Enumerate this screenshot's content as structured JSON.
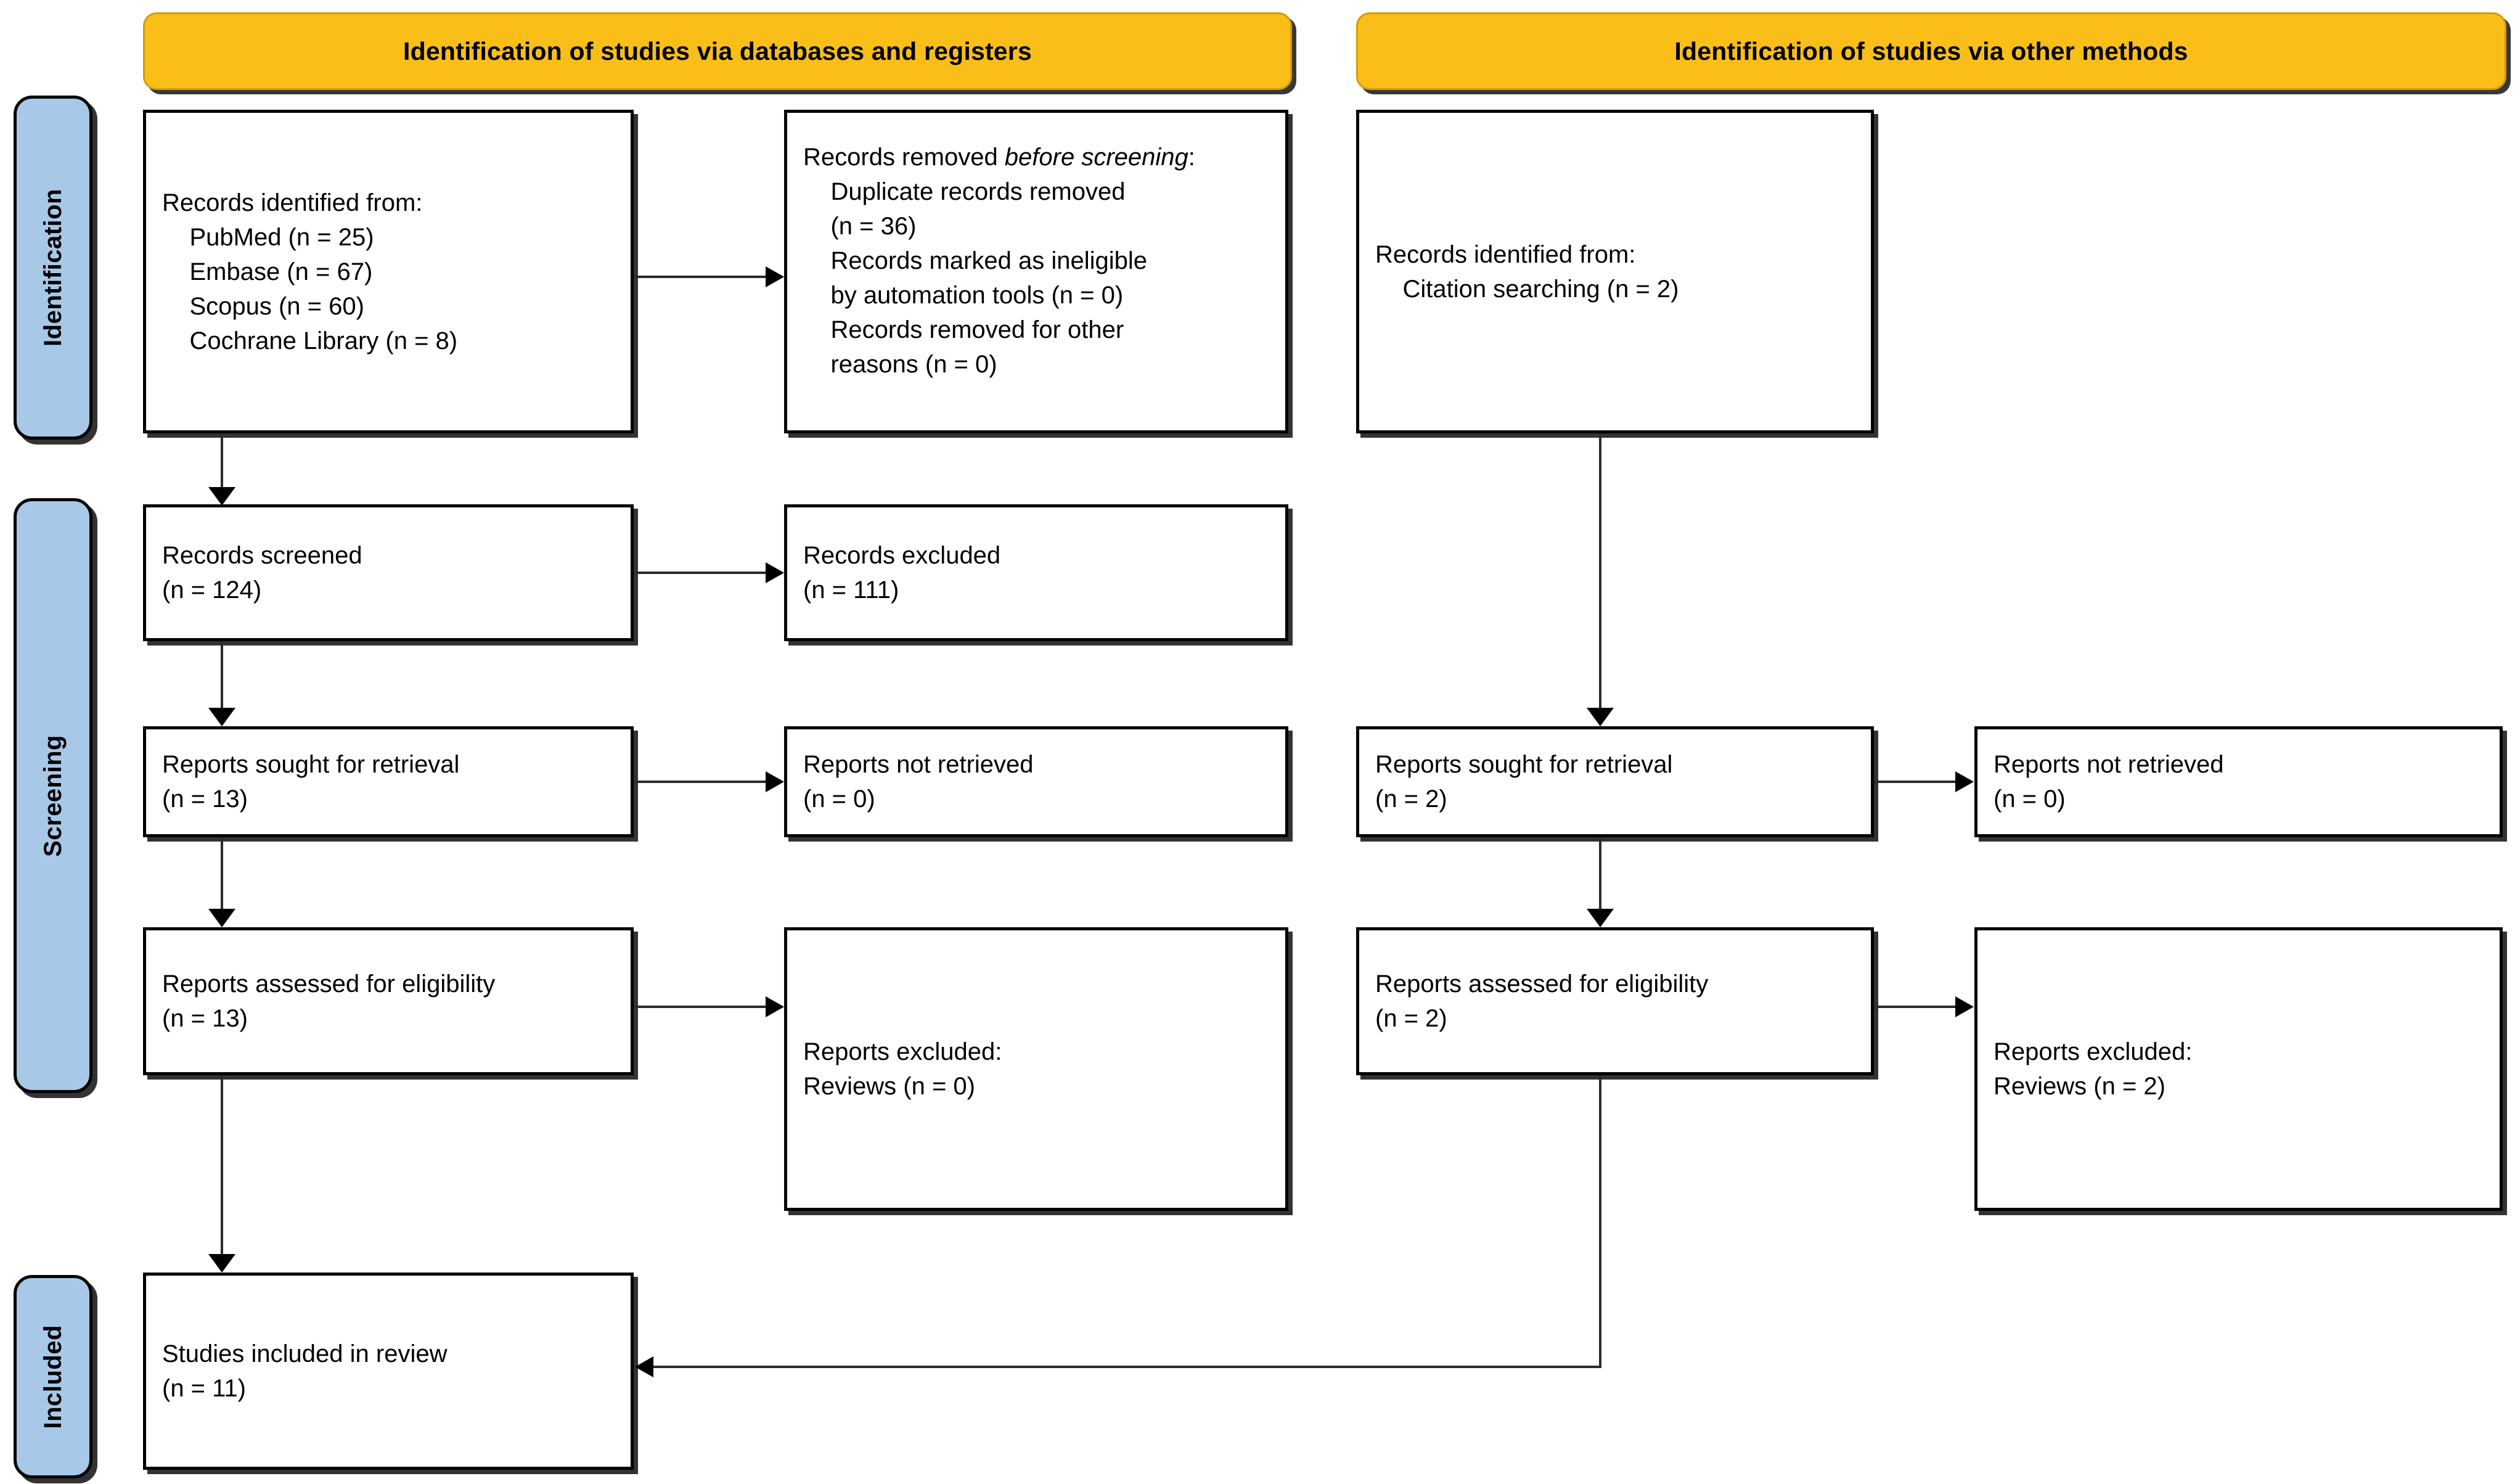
{
  "diagram": {
    "type": "prisma-2020-flow-diagram",
    "colors": {
      "banner_fill": "#F9BE18",
      "banner_border": "#D79B08",
      "stage_fill": "#A8C8E8",
      "stage_border": "#000000",
      "box_fill": "#FFFFFF",
      "box_border": "#000000",
      "connector": "#2B2B2B"
    }
  },
  "banners": {
    "databases": "Identification of studies via databases and registers",
    "other_methods": "Identification of studies via other methods"
  },
  "stages": {
    "identification": "Identification",
    "screening": "Screening",
    "included": "Included"
  },
  "databases_column": {
    "records_identified": {
      "title": "Records identified from:",
      "sources": [
        "PubMed (n = 25)",
        "Embase (n = 67)",
        "Scopus (n = 60)",
        "Cochrane Library (n = 8)"
      ],
      "text": "Records identified from:\n    PubMed (n = 25)\n    Embase (n = 67)\n    Scopus (n = 60)\n    Cochrane Library (n = 8)"
    },
    "records_removed": {
      "heading_plain": "Records removed ",
      "heading_italic": "before screening",
      "heading_colon": ":",
      "items": [
        "Duplicate records removed (n = 36)",
        "Records marked as ineligible by automation tools (n = 0)",
        "Records removed for other reasons (n = 0)"
      ],
      "body": "    Duplicate records removed\n    (n = 36)\n    Records marked as ineligible\n    by automation tools (n = 0)\n    Records removed for other\n    reasons (n = 0)"
    },
    "records_screened": {
      "label": "Records screened",
      "count": "(n = 124)",
      "text": "Records screened\n(n = 124)"
    },
    "records_excluded": {
      "label": "Records excluded",
      "count": "(n = 111)",
      "text": "Records excluded\n(n = 111)"
    },
    "reports_sought": {
      "label": "Reports sought for retrieval",
      "count": "(n = 13)",
      "text": "Reports sought for retrieval\n(n = 13)"
    },
    "reports_not_retrieved": {
      "label": "Reports not retrieved",
      "count": "(n = 0)",
      "text": "Reports not retrieved\n(n = 0)"
    },
    "reports_assessed": {
      "label": "Reports assessed for eligibility",
      "count": "(n = 13)",
      "text": "Reports assessed for eligibility\n(n = 13)"
    },
    "reports_excluded": {
      "label": "Reports excluded:",
      "reasons": [
        "Reviews (n = 0)"
      ],
      "text": "Reports excluded:\nReviews (n = 0)"
    }
  },
  "other_methods_column": {
    "records_identified": {
      "title": "Records identified from:",
      "sources": [
        "Citation searching (n = 2)"
      ],
      "text": "Records identified from:\n    Citation searching (n = 2)"
    },
    "reports_sought": {
      "label": "Reports sought for retrieval",
      "count": "(n = 2)",
      "text": "Reports sought for retrieval\n(n = 2)"
    },
    "reports_not_retrieved": {
      "label": "Reports not retrieved",
      "count": "(n = 0)",
      "text": "Reports not retrieved\n(n = 0)"
    },
    "reports_assessed": {
      "label": "Reports assessed for eligibility",
      "count": "(n = 2)",
      "text": "Reports assessed for eligibility\n(n = 2)"
    },
    "reports_excluded": {
      "label": "Reports excluded:",
      "reasons": [
        "Reviews (n = 2)"
      ],
      "text": "Reports excluded:\nReviews (n = 2)"
    }
  },
  "included_section": {
    "studies_included": {
      "label": "Studies included in review",
      "count": "(n = 11)",
      "text": "Studies included in review\n(n = 11)"
    }
  }
}
